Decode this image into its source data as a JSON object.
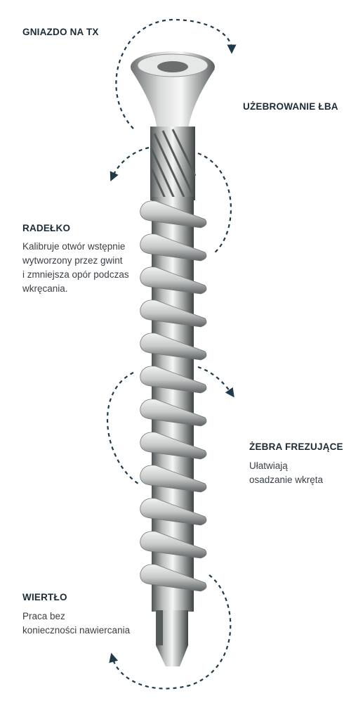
{
  "features": [
    {
      "title": "GNIAZDO NA TX",
      "description": ""
    },
    {
      "title": "UŻEBROWANIE ŁBA",
      "description": ""
    },
    {
      "title": "RADEŁKO",
      "description": "Kalibruje otwór wstępnie\nwytworzony przez gwint\ni zmniejsza opór podczas\nwkręcania."
    },
    {
      "title": "ŻEBRA FREZUJĄCE",
      "description": "Ułatwiają\nosadzanie wkręta"
    },
    {
      "title": "WIERTŁO",
      "description": "Praca bez\nkonieczności nawiercania"
    }
  ],
  "colors": {
    "arrow": "#1f3a4a",
    "label": "#1c2b36",
    "text": "#3a3f44",
    "metal_light": "#eceeed",
    "metal_mid": "#b9bcbb",
    "metal_dark": "#4f5455"
  },
  "icons": [
    "rotation-arrow-icon",
    "screw-illustration"
  ]
}
